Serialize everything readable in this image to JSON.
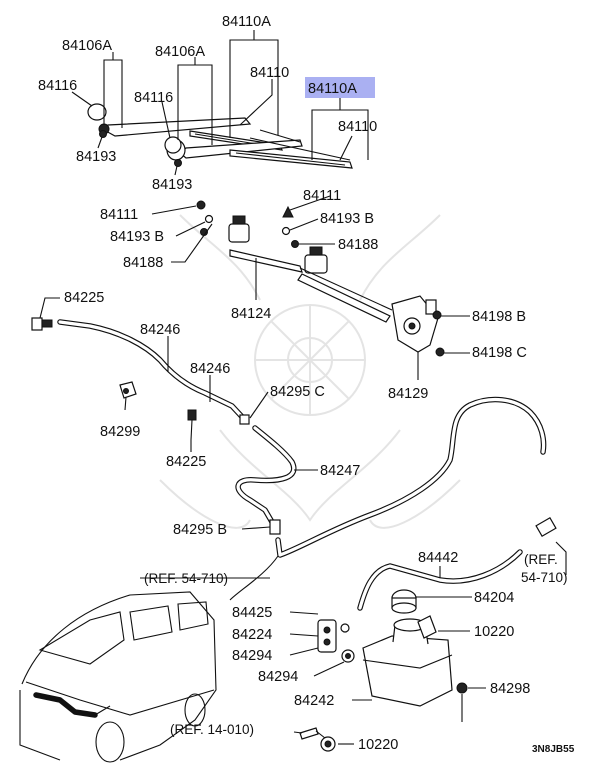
{
  "diagram_code": "3N8JB55",
  "highlight_color": "#aab0f2",
  "labels": {
    "p84110A_top": "84110A",
    "p84106A_left": "84106A",
    "p84106A_mid": "84106A",
    "p84110_mid": "84110",
    "p84110A_hl": "84110A",
    "p84116_left": "84116",
    "p84116_mid": "84116",
    "p84110_right": "84110",
    "p84193_left": "84193",
    "p84193_mid": "84193",
    "p84111_left": "84111",
    "p84111_right": "84111",
    "p84193B_left": "84193 B",
    "p84193B_right": "84193 B",
    "p84188_left": "84188",
    "p84188_right": "84188",
    "p84225_top": "84225",
    "p84124": "84124",
    "p84198B": "84198 B",
    "p84246_a": "84246",
    "p84246_b": "84246",
    "p84198C": "84198 C",
    "p84129": "84129",
    "p84295C": "84295 C",
    "p84299": "84299",
    "p84225_bot": "84225",
    "p84247": "84247",
    "p84295B": "84295 B",
    "p84442": "84442",
    "ref_54_710_left": "(REF. 54-710)",
    "ref_54_710_right_a": "(REF.",
    "ref_54_710_right_b": "54-710)",
    "p84204": "84204",
    "p84425": "84425",
    "p84224": "84224",
    "p10220_top": "10220",
    "p84294_a": "84294",
    "p84294_b": "84294",
    "p84298": "84298",
    "p84242": "84242",
    "ref_14_010": "(REF. 14-010)",
    "p10220_bot": "10220"
  }
}
